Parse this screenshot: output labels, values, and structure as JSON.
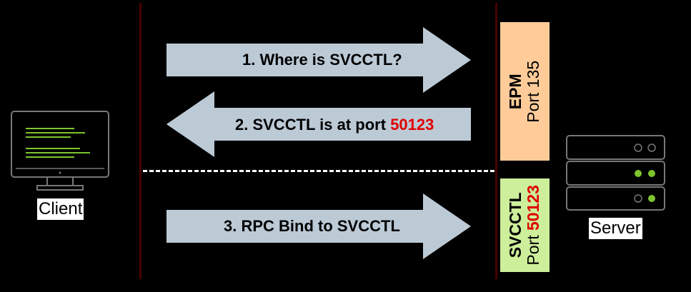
{
  "client": {
    "label": "Client"
  },
  "server": {
    "label": "Server"
  },
  "arrows": [
    {
      "label": "1. Where is SVCCTL?"
    },
    {
      "label_prefix": "2. SVCCTL is at port ",
      "label_highlight": "50123"
    },
    {
      "label": "3. RPC Bind to SVCCTL"
    }
  ],
  "endpoints": {
    "epm": {
      "name": "EPM",
      "port_prefix": "Port ",
      "port": "135"
    },
    "svcctl": {
      "name": "SVCCTL",
      "port_prefix": "Port ",
      "port": "50123"
    }
  },
  "colors": {
    "arrow_fill": "#bccad6",
    "epm_box": "#ffcc99",
    "svcctl_box": "#cdee9a",
    "highlight": "#e00000",
    "green_led": "#7dc52e"
  }
}
